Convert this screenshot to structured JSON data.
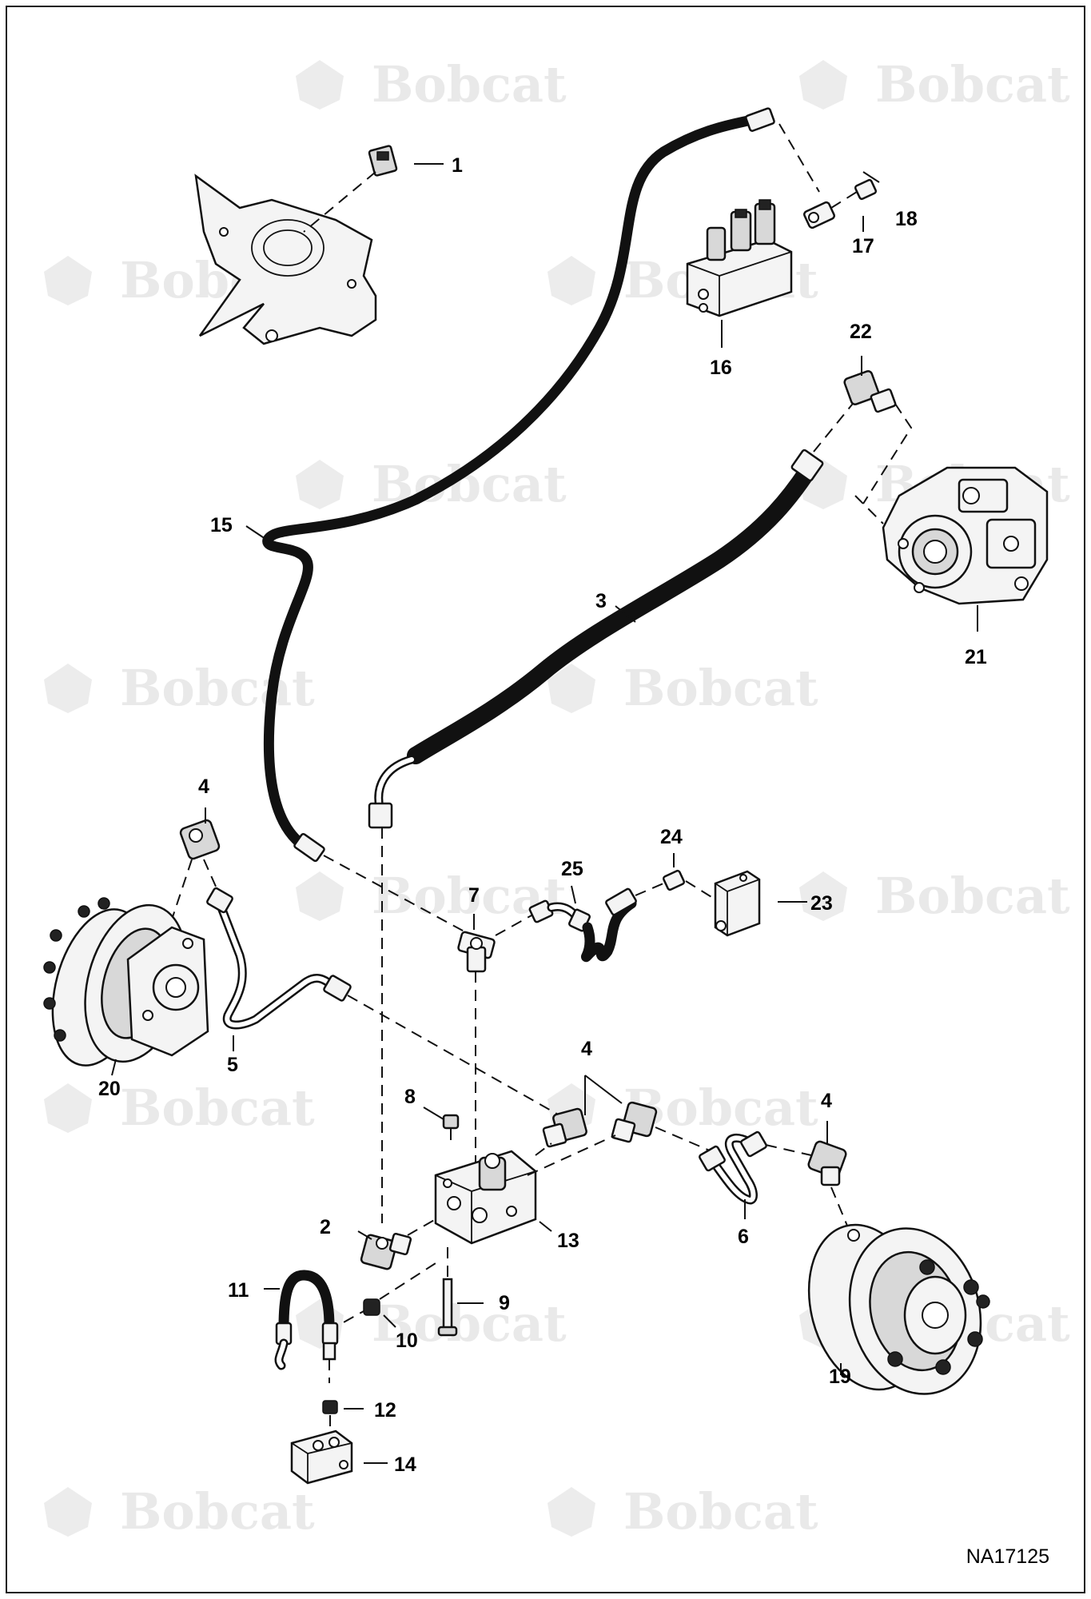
{
  "document_id": "NA17125",
  "watermark_text": "Bobcat",
  "watermark_color": "#e9e9e9",
  "line_color": "#111111",
  "callouts": [
    {
      "n": "1",
      "part": "connector"
    },
    {
      "n": "2",
      "part": "elbow-fitting"
    },
    {
      "n": "3",
      "part": "hose-large"
    },
    {
      "n": "4",
      "part": "elbow-fitting"
    },
    {
      "n": "4",
      "part": "elbow-fitting"
    },
    {
      "n": "4",
      "part": "elbow-fitting"
    },
    {
      "n": "5",
      "part": "tube-left"
    },
    {
      "n": "6",
      "part": "tube-right"
    },
    {
      "n": "7",
      "part": "tee-fitting"
    },
    {
      "n": "8",
      "part": "nut"
    },
    {
      "n": "9",
      "part": "bolt"
    },
    {
      "n": "10",
      "part": "plug"
    },
    {
      "n": "11",
      "part": "hose-small"
    },
    {
      "n": "12",
      "part": "fitting"
    },
    {
      "n": "13",
      "part": "valve-block"
    },
    {
      "n": "14",
      "part": "block-small"
    },
    {
      "n": "15",
      "part": "hose-long"
    },
    {
      "n": "16",
      "part": "solenoid-valve-block"
    },
    {
      "n": "17",
      "part": "tee-adapter"
    },
    {
      "n": "18",
      "part": "adapter"
    },
    {
      "n": "19",
      "part": "drive-motor-right"
    },
    {
      "n": "20",
      "part": "drive-motor-left"
    },
    {
      "n": "21",
      "part": "hydrostatic-pump"
    },
    {
      "n": "22",
      "part": "elbow-fitting"
    },
    {
      "n": "23",
      "part": "valve-block"
    },
    {
      "n": "24",
      "part": "adapter"
    },
    {
      "n": "25",
      "part": "hose-coil"
    }
  ]
}
